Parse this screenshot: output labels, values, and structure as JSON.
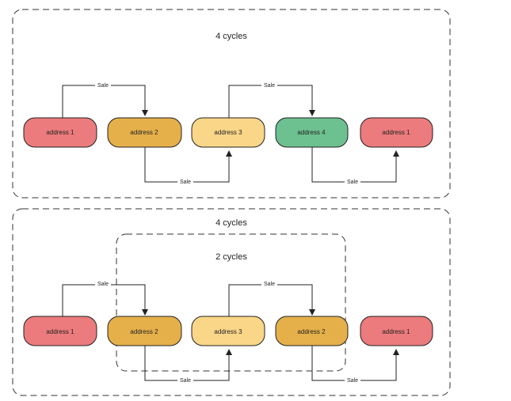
{
  "colors": {
    "red": "#ec7b7d",
    "orange": "#e5b04a",
    "yellow": "#fad688",
    "green": "#6dc08f"
  },
  "top": {
    "cycles_label": "4 cycles",
    "nodes": [
      {
        "label": "address  1",
        "color": "red"
      },
      {
        "label": "address  2",
        "color": "orange"
      },
      {
        "label": "address  3",
        "color": "yellow"
      },
      {
        "label": "address  4",
        "color": "green"
      },
      {
        "label": "address  1",
        "color": "red"
      }
    ],
    "sale_labels": [
      "Sale",
      "Sale",
      "Sale",
      "Sale"
    ]
  },
  "bottom": {
    "outer_cycles_label": "4 cycles",
    "inner_cycles_label": "2 cycles",
    "nodes": [
      {
        "label": "address  1",
        "color": "red"
      },
      {
        "label": "address  2",
        "color": "orange"
      },
      {
        "label": "address  3",
        "color": "yellow"
      },
      {
        "label": "address  2",
        "color": "orange"
      },
      {
        "label": "address  1",
        "color": "red"
      }
    ],
    "sale_labels": [
      "Sale",
      "Sale",
      "Sale",
      "Sale"
    ]
  }
}
